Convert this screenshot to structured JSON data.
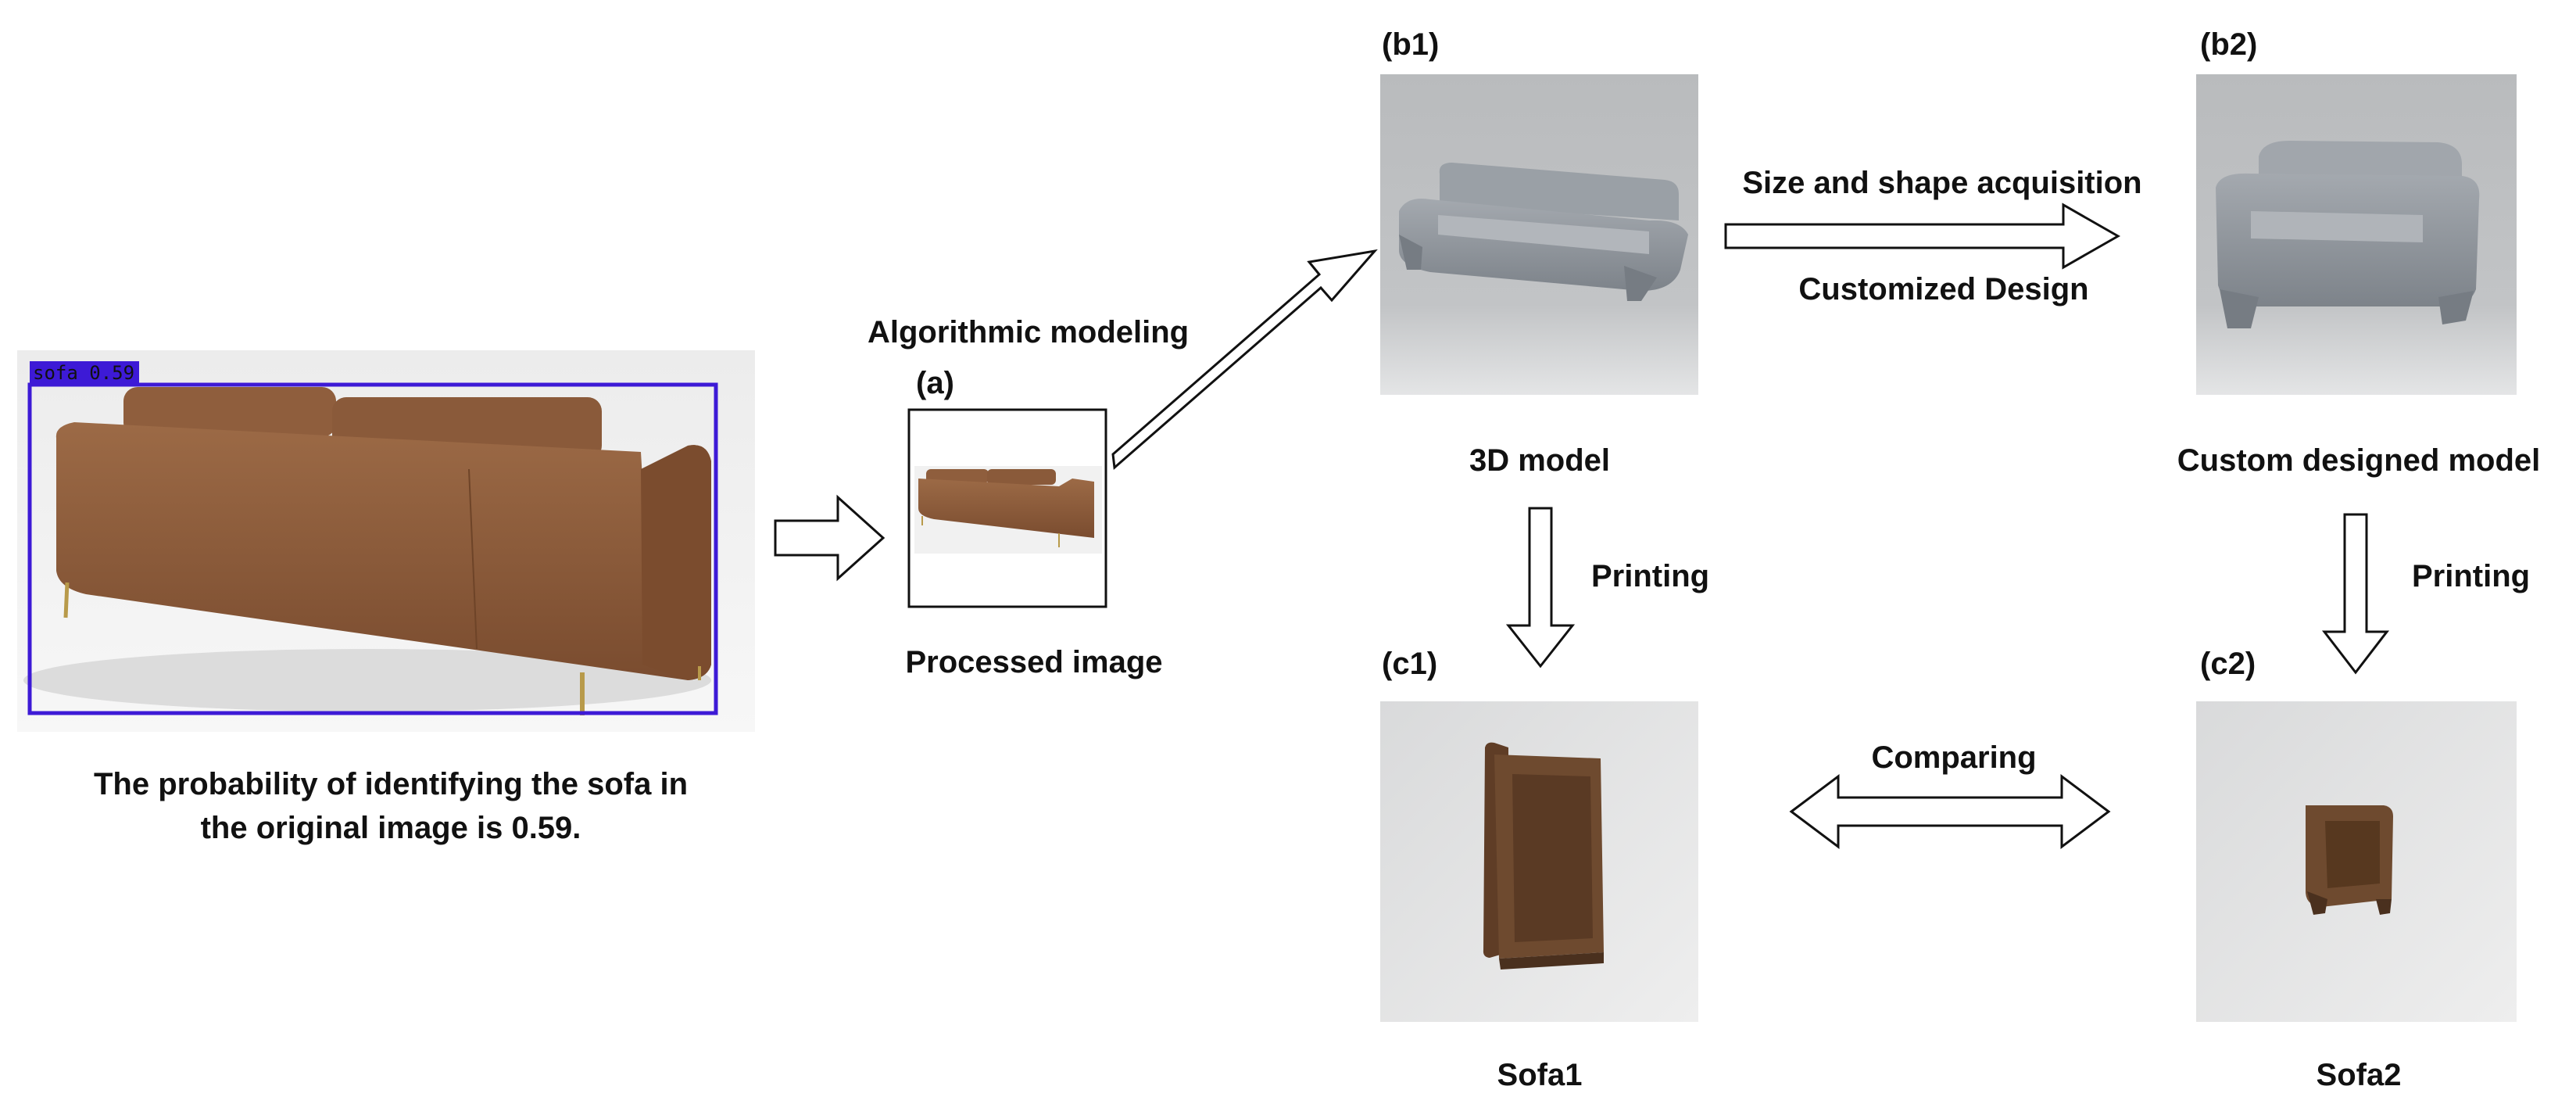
{
  "detection": {
    "tag": "sofa 0.59",
    "caption_line1": "The probability of identifying the sofa in",
    "caption_line2": "the original image is 0.59."
  },
  "panels": {
    "a": {
      "id": "(a)",
      "caption": "Processed image"
    },
    "b1": {
      "id": "(b1)",
      "caption": "3D model"
    },
    "b2": {
      "id": "(b2)",
      "caption": "Custom designed model"
    },
    "c1": {
      "id": "(c1)",
      "caption": "Sofa1"
    },
    "c2": {
      "id": "(c2)",
      "caption": "Sofa2"
    }
  },
  "steps": {
    "modeling": "Algorithmic modeling",
    "acquisition": "Size and shape acquisition",
    "design": "Customized Design",
    "printing_left": "Printing",
    "printing_right": "Printing",
    "comparing": "Comparing"
  },
  "colors": {
    "sofa_leather": "#8a5a3a",
    "model_gray": "#8c9198",
    "detection_box": "#3d1ad6",
    "printed_brown": "#6e4a2f"
  }
}
